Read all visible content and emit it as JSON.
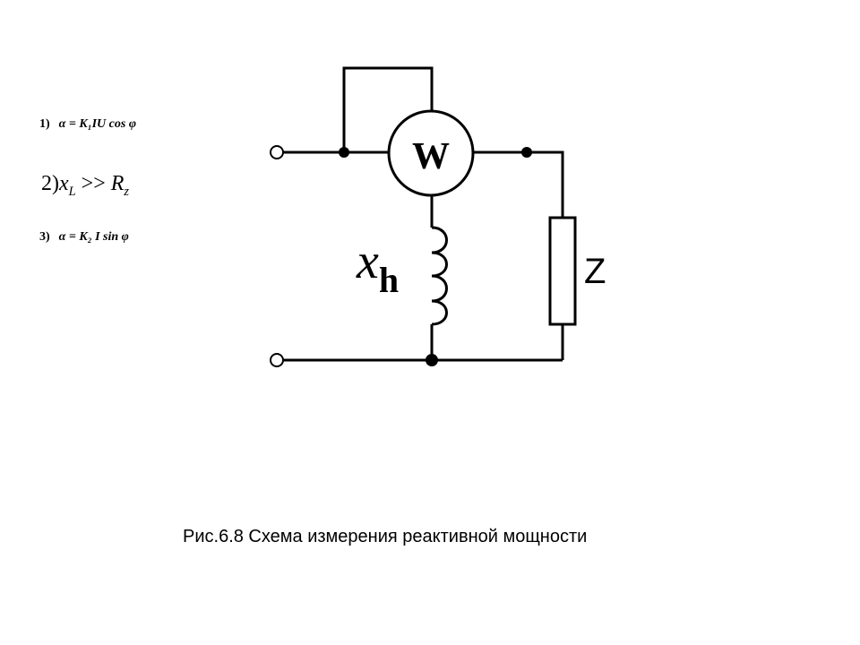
{
  "formulas": {
    "f1": {
      "num": "1)",
      "text": "α = K₁IU cos φ"
    },
    "f2": {
      "num": "2)",
      "x": "x",
      "x_sub": "L",
      "op": " >> ",
      "r": "R",
      "r_sub": "z"
    },
    "f3": {
      "num": "3)",
      "text": "α = K₂ I sin φ"
    }
  },
  "circuit": {
    "wattmeter_label": "W",
    "inductor_label": "x",
    "inductor_sub": "h",
    "load_label": "Z"
  },
  "caption": "Рис.6.8 Схема измерения реактивной мощности"
}
